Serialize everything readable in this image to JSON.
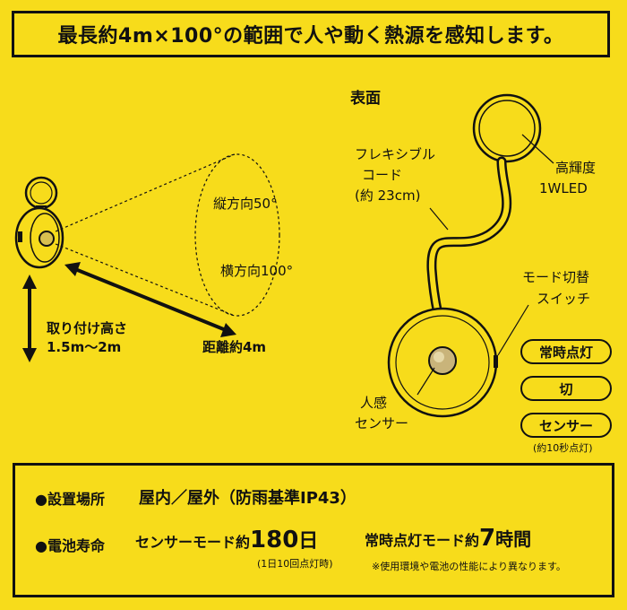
{
  "headline": "最長約4m×100°の範囲で人や動く熱源を感知します。",
  "diagram_left": {
    "vertical_angle": "縦方向50°",
    "horizontal_angle": "横方向100°",
    "mount_height_label": "取り付け高さ",
    "mount_height_value": "1.5m〜2m",
    "distance": "距離約4m"
  },
  "diagram_right": {
    "surface": "表面",
    "cord_line1": "フレキシブル",
    "cord_line2": "コード",
    "cord_line3": "(約 23cm)",
    "led_line1": "高輝度",
    "led_line2": "1WLED",
    "switch_line1": "モード切替",
    "switch_line2": "スイッチ",
    "sensor_line1": "人感",
    "sensor_line2": "センサー"
  },
  "modes": [
    "常時点灯",
    "切",
    "センサー"
  ],
  "sensor_note": "(約10秒点灯)",
  "info": {
    "location_label": "●設置場所",
    "location_value": "屋内／屋外（防雨基準IP43）",
    "battery_label": "●電池寿命",
    "sensor_mode_prefix": "センサーモード約",
    "sensor_mode_num": "180",
    "sensor_mode_unit": "日",
    "sensor_mode_note": "(1日10回点灯時)",
    "always_mode_prefix": "常時点灯モード約",
    "always_mode_num": "7",
    "always_mode_unit": "時間",
    "disclaimer": "※使用環境や電池の性能により異なります。"
  }
}
